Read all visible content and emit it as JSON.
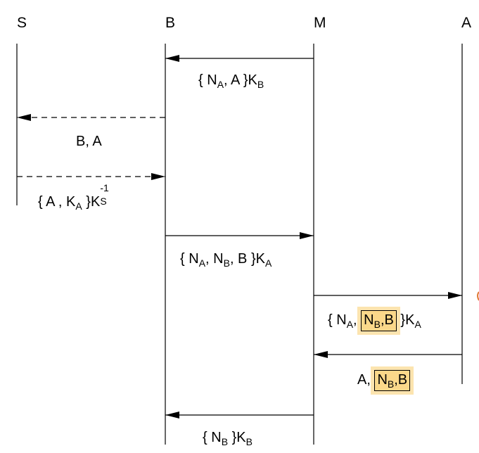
{
  "participants": [
    {
      "id": "S",
      "label": "S"
    },
    {
      "id": "B",
      "label": "B"
    },
    {
      "id": "M",
      "label": "M"
    },
    {
      "id": "A",
      "label": "A"
    }
  ],
  "messages": [
    {
      "from": "M",
      "to": "B",
      "style": "solid",
      "parts": {
        "open": "{ N",
        "sub1": "A",
        "mid": ", A }K",
        "sub2": "B"
      }
    },
    {
      "from": "B",
      "to": "S",
      "style": "dashed",
      "parts": {
        "text": "B, A"
      }
    },
    {
      "from": "S",
      "to": "B",
      "style": "dashed",
      "parts": {
        "open": "{ A , K",
        "sub1": "A",
        "mid": " }K",
        "sup": "-1",
        "sub2": "S"
      }
    },
    {
      "from": "B",
      "to": "M",
      "style": "solid",
      "parts": {
        "open": "{ N",
        "sub1": "A",
        "mid1": ", N",
        "sub2": "B",
        "mid2": ", B }K",
        "sub3": "A"
      }
    },
    {
      "from": "M",
      "to": "A",
      "style": "solid",
      "parts": {
        "open": "{ N",
        "sub1": "A",
        "comma": ", ",
        "hl_n": "N",
        "hl_sub": "B",
        "hl_rest": ",B",
        "close": " }K",
        "sub2": "A"
      }
    },
    {
      "from": "A",
      "to": "M",
      "style": "solid",
      "parts": {
        "prefix": "A, ",
        "hl_n": "N",
        "hl_sub": "B",
        "hl_rest": ",B"
      }
    },
    {
      "from": "M",
      "to": "B",
      "style": "solid",
      "parts": {
        "open": "{ N",
        "sub1": "B",
        "mid": " }K",
        "sub2": "B"
      }
    }
  ],
  "colors": {
    "line": "#000000",
    "highlight": "#fbd88a",
    "highlight_glow": "#facd6e"
  }
}
